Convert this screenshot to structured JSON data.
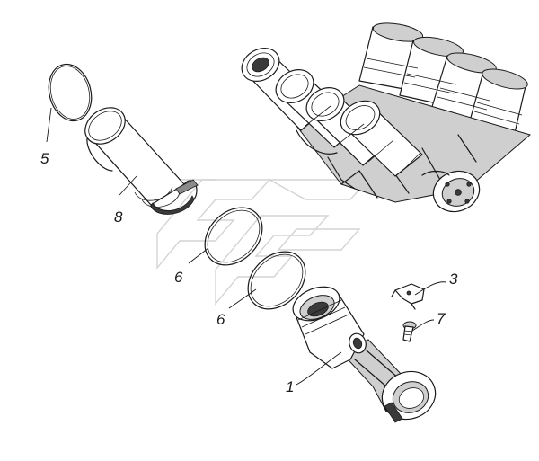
{
  "callouts": [
    {
      "id": "5",
      "text": "5"
    },
    {
      "id": "8",
      "text": "8"
    },
    {
      "id": "6a",
      "text": "6"
    },
    {
      "id": "6b",
      "text": "6"
    },
    {
      "id": "3",
      "text": "3"
    },
    {
      "id": "7",
      "text": "7"
    },
    {
      "id": "1",
      "text": "1"
    }
  ],
  "colors": {
    "ink": "#1a1a1a",
    "shade": "#cfcfcf",
    "watermark": "#d4d4d4"
  }
}
